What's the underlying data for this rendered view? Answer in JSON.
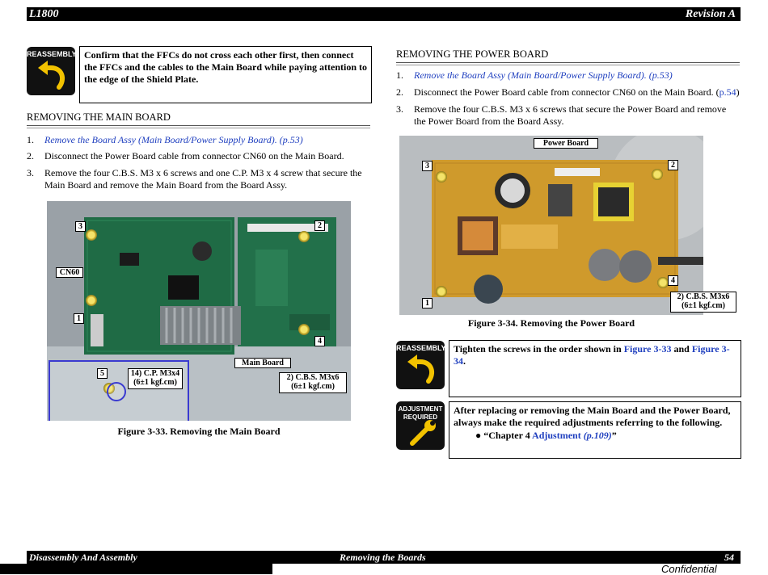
{
  "header": {
    "left": "L1800",
    "right": "Revision A"
  },
  "footer": {
    "left": "Disassembly And Assembly",
    "center": "Removing the Boards",
    "right": "54",
    "confidential": "Confidential"
  },
  "reassembly_note_1": {
    "icon_label": "REASSEMBLY",
    "text": "Confirm that the FFCs do not cross each other first, then connect the FFCs and the cables to the Main Board while paying attention to the edge of the Shield Plate."
  },
  "main_board": {
    "heading": "REMOVING THE MAIN BOARD",
    "steps": [
      {
        "num": "1.",
        "text": "Remove the Board Assy (Main Board/Power Supply Board). (p.53)"
      },
      {
        "num": "2.",
        "text": "Disconnect the Power Board cable from connector CN60 on the Main Board."
      },
      {
        "num": "3.",
        "text": "Remove the four C.B.S. M3 x 6 screws and one C.P. M3 x 4 screw that secure the Main Board and remove the Main Board from the Board Assy."
      }
    ],
    "figure": {
      "caption": "Figure 3-33. Removing the Main Board",
      "labels": {
        "n1": "1",
        "n2": "2",
        "n3": "3",
        "n4": "4",
        "n5": "5",
        "cn60": "CN60",
        "main_board": "Main Board",
        "screw_cp_1": "14) C.P. M3x4",
        "screw_cp_2": "(6±1 kgf.cm)",
        "screw_cbs_1": "2) C.B.S. M3x6",
        "screw_cbs_2": "(6±1 kgf.cm)"
      }
    }
  },
  "power_board": {
    "heading": "REMOVING THE POWER BOARD",
    "steps": [
      {
        "num": "1.",
        "text": "Remove the Board Assy (Main Board/Power Supply Board). (p.53)"
      },
      {
        "num": "2.",
        "text_a": "Disconnect the Power Board cable from connector CN60 on the Main Board. (",
        "link": "p.54",
        "text_b": ")"
      },
      {
        "num": "3.",
        "text": "Remove the four C.B.S. M3 x 6 screws that secure the Power Board and remove the Power Board from the Board Assy."
      }
    ],
    "figure": {
      "caption": "Figure 3-34. Removing the Power Board",
      "labels": {
        "n1": "1",
        "n2": "2",
        "n3": "3",
        "n4": "4",
        "power_board": "Power Board",
        "screw_cbs_1": "2) C.B.S. M3x6",
        "screw_cbs_2": "(6±1 kgf.cm)"
      }
    }
  },
  "reassembly_note_2": {
    "icon_label": "REASSEMBLY",
    "text_a": "Tighten the screws in the order shown in ",
    "link_a": "Figure 3-33",
    "text_b": " and ",
    "link_b": "Figure 3-34",
    "text_c": "."
  },
  "adjustment_note": {
    "icon_label_1": "ADJUSTMENT",
    "icon_label_2": "REQUIRED",
    "text": "After replacing or removing the Main Board and the Power Board, always make the required adjustments referring to the following.",
    "bullet_a": "“Chapter 4 ",
    "bullet_link": "Adjustment",
    "bullet_page": "(p.109)",
    "bullet_b": "”"
  }
}
